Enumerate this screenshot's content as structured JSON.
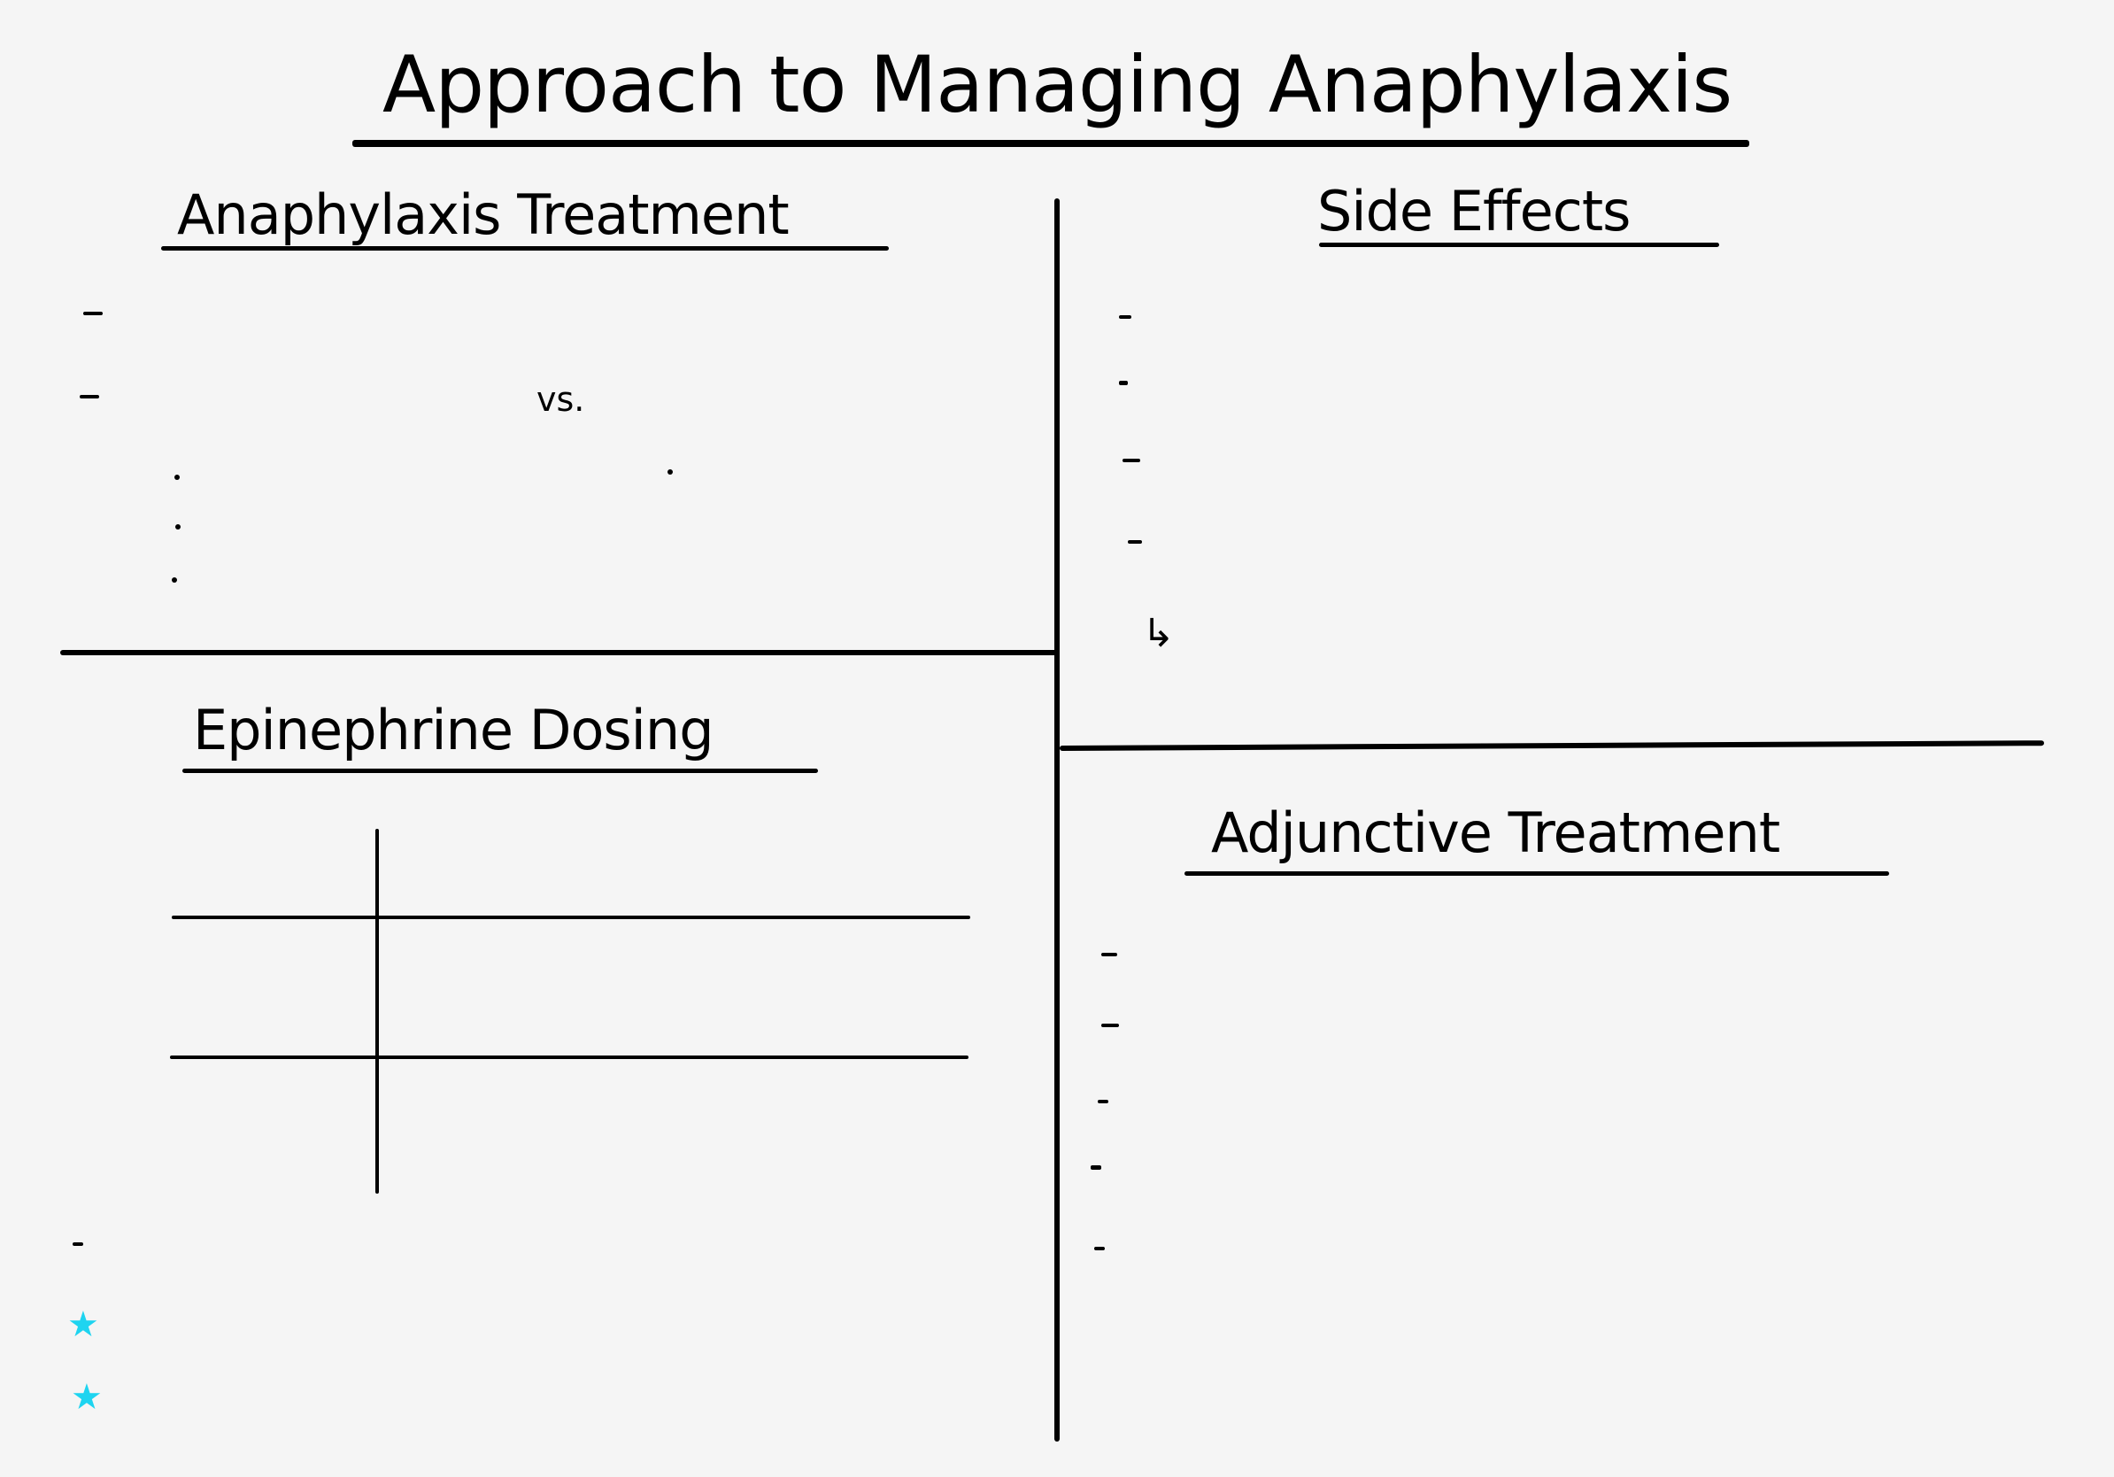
{
  "page": {
    "title": "Approach to Managing Anaphylaxis"
  },
  "sections": {
    "treatment": {
      "heading": "Anaphylaxis Treatment",
      "versus_label": "vs."
    },
    "side_effects": {
      "heading": "Side Effects",
      "arrow_glyph": "↳"
    },
    "dosing": {
      "heading": "Epinephrine Dosing"
    },
    "adjunctive": {
      "heading": "Adjunctive Treatment"
    }
  },
  "colors": {
    "ink": "#000000",
    "highlight_star": "#1ed4f0",
    "background": "#f5f5f5"
  },
  "icons": {
    "star": "★"
  }
}
